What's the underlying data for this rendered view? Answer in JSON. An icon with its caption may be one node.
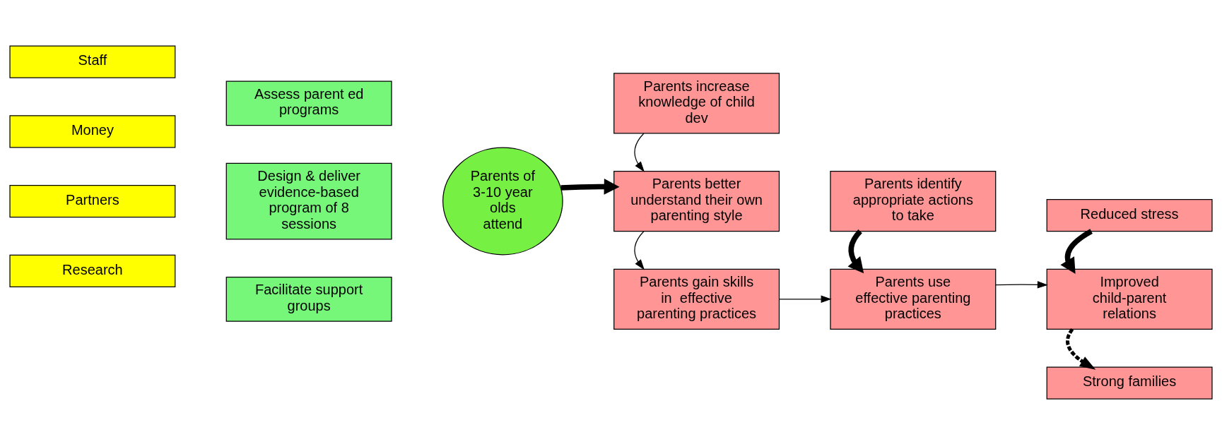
{
  "diagram": {
    "nodes": [
      {
        "text": [
          "Staff"
        ]
      },
      {
        "text": [
          "Money"
        ]
      },
      {
        "text": [
          "Partners"
        ]
      },
      {
        "text": [
          "Research"
        ]
      },
      {
        "text": [
          "Assess parent ed programs"
        ]
      },
      {
        "text": [
          "Design & deliver evidence-based program of 8 sessions"
        ]
      },
      {
        "text": [
          "Facilitate support groups"
        ]
      },
      {
        "text": [
          "Parents of 3-10 year olds attend"
        ]
      },
      {
        "text": [
          "Parents increase knowledge of child dev"
        ]
      },
      {
        "text": [
          "Parents better understand their own parenting style"
        ]
      },
      {
        "text": [
          "Parents gain skills in  effective parenting practices"
        ]
      },
      {
        "text": [
          "Parents identify appropriate actions to take"
        ]
      },
      {
        "text": [
          "Parents use effective parenting practices"
        ]
      },
      {
        "text": [
          "Reduced stress"
        ]
      },
      {
        "text": [
          "Improved child-parent relations"
        ]
      },
      {
        "text": [
          "Strong families"
        ]
      }
    ],
    "edges": [
      {
        "from": 7,
        "to": 9,
        "arrow": "to",
        "style": "thick"
      },
      {
        "from": 8,
        "to": 9,
        "arrow": "to"
      },
      {
        "from": 9,
        "to": 10,
        "arrow": "to"
      },
      {
        "from": 10,
        "to": 12,
        "arrow": "to"
      },
      {
        "from": 11,
        "to": 12,
        "arrow": "to",
        "style": "thick"
      },
      {
        "from": 12,
        "to": 14,
        "arrow": "to"
      },
      {
        "from": 13,
        "to": 14,
        "arrow": "to",
        "style": "thick"
      },
      {
        "from": 14,
        "to": 15,
        "arrow": "to",
        "style": "dashed"
      }
    ]
  }
}
